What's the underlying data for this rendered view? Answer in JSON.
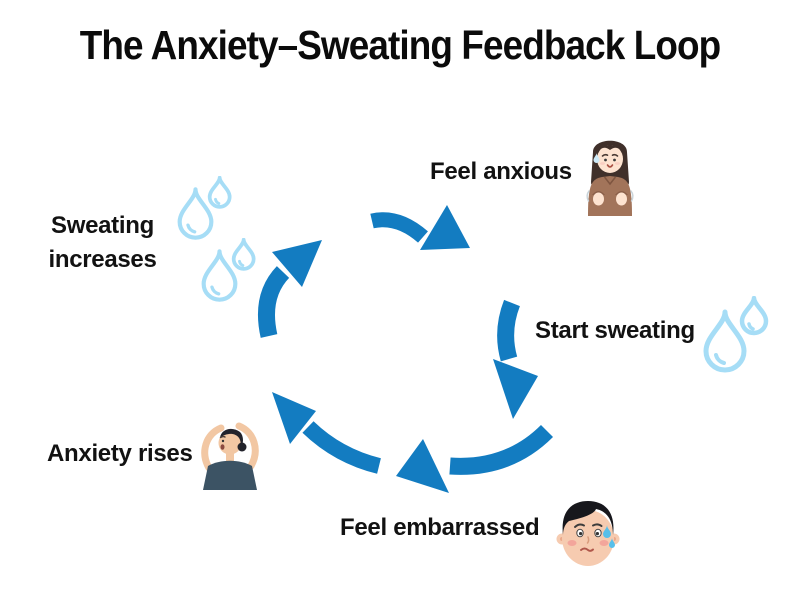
{
  "title": "The Anxiety–Sweating Feedback Loop",
  "cycle": {
    "steps": [
      {
        "id": "feel-anxious",
        "label": "Feel anxious",
        "icon": "anxious-woman-icon"
      },
      {
        "id": "start-sweating",
        "label": "Start sweating",
        "icon": "sweat-drops-icon"
      },
      {
        "id": "feel-embarrassed",
        "label": "Feel embarrassed",
        "icon": "embarrassed-face-icon"
      },
      {
        "id": "anxiety-rises",
        "label": "Anxiety rises",
        "icon": "stressed-person-icon"
      },
      {
        "id": "sweating-increases",
        "label": "Sweating increases",
        "icon": "sweat-drops-icon"
      }
    ],
    "flow": [
      {
        "from": "Feel anxious",
        "to": "Start sweating"
      },
      {
        "from": "Start sweating",
        "to": "Feel embarrassed"
      },
      {
        "from": "Feel embarrassed",
        "to": "Anxiety rises"
      },
      {
        "from": "Anxiety rises",
        "to": "Sweating increases"
      },
      {
        "from": "Sweating increases",
        "to": "Feel anxious"
      }
    ]
  },
  "colors": {
    "arrow_blue": "#137CC1",
    "droplet_blue": "#A6DDF6",
    "text": "#0E0E0E",
    "background": "#FFFFFF"
  }
}
